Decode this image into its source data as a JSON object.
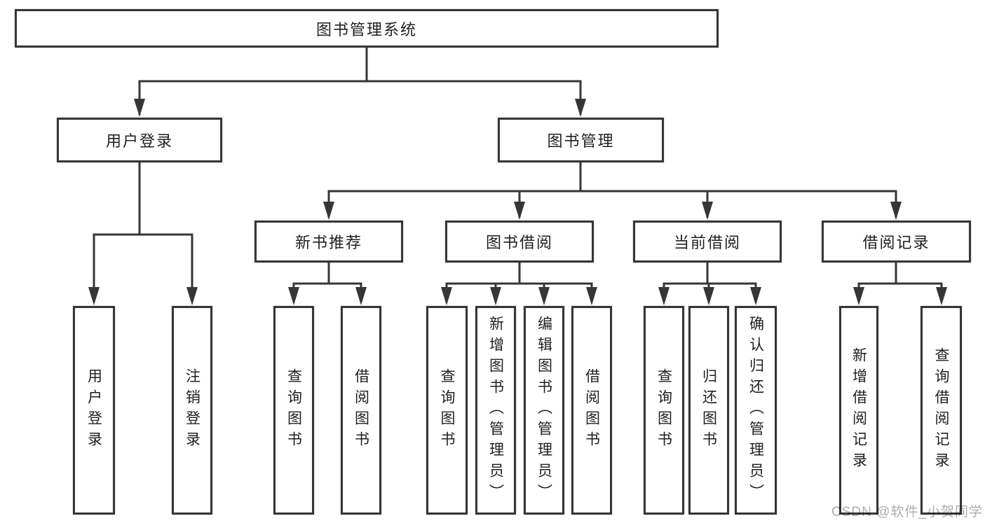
{
  "tree": {
    "label": "图书管理系统",
    "children": [
      {
        "label": "用户登录",
        "children": [
          {
            "label": "用户登录"
          },
          {
            "label": "注销登录"
          }
        ]
      },
      {
        "label": "图书管理",
        "children": [
          {
            "label": "新书推荐",
            "children": [
              {
                "label": "查询图书"
              },
              {
                "label": "借阅图书"
              }
            ]
          },
          {
            "label": "图书借阅",
            "children": [
              {
                "label": "查询图书"
              },
              {
                "label": "新增图书（管理员）"
              },
              {
                "label": "编辑图书（管理员）"
              },
              {
                "label": "借阅图书"
              }
            ]
          },
          {
            "label": "当前借阅",
            "children": [
              {
                "label": "查询图书"
              },
              {
                "label": "归还图书"
              },
              {
                "label": "确认归还（管理员）"
              }
            ]
          },
          {
            "label": "借阅记录",
            "children": [
              {
                "label": "新增借阅记录"
              },
              {
                "label": "查询借阅记录"
              }
            ]
          }
        ]
      }
    ]
  },
  "watermark": {
    "text": "CSDN @软件_小贺同学"
  },
  "colors": {
    "line": "#363636",
    "border": "#363636",
    "text": "#1f1f1f",
    "watermark": "#8d8d8d"
  }
}
